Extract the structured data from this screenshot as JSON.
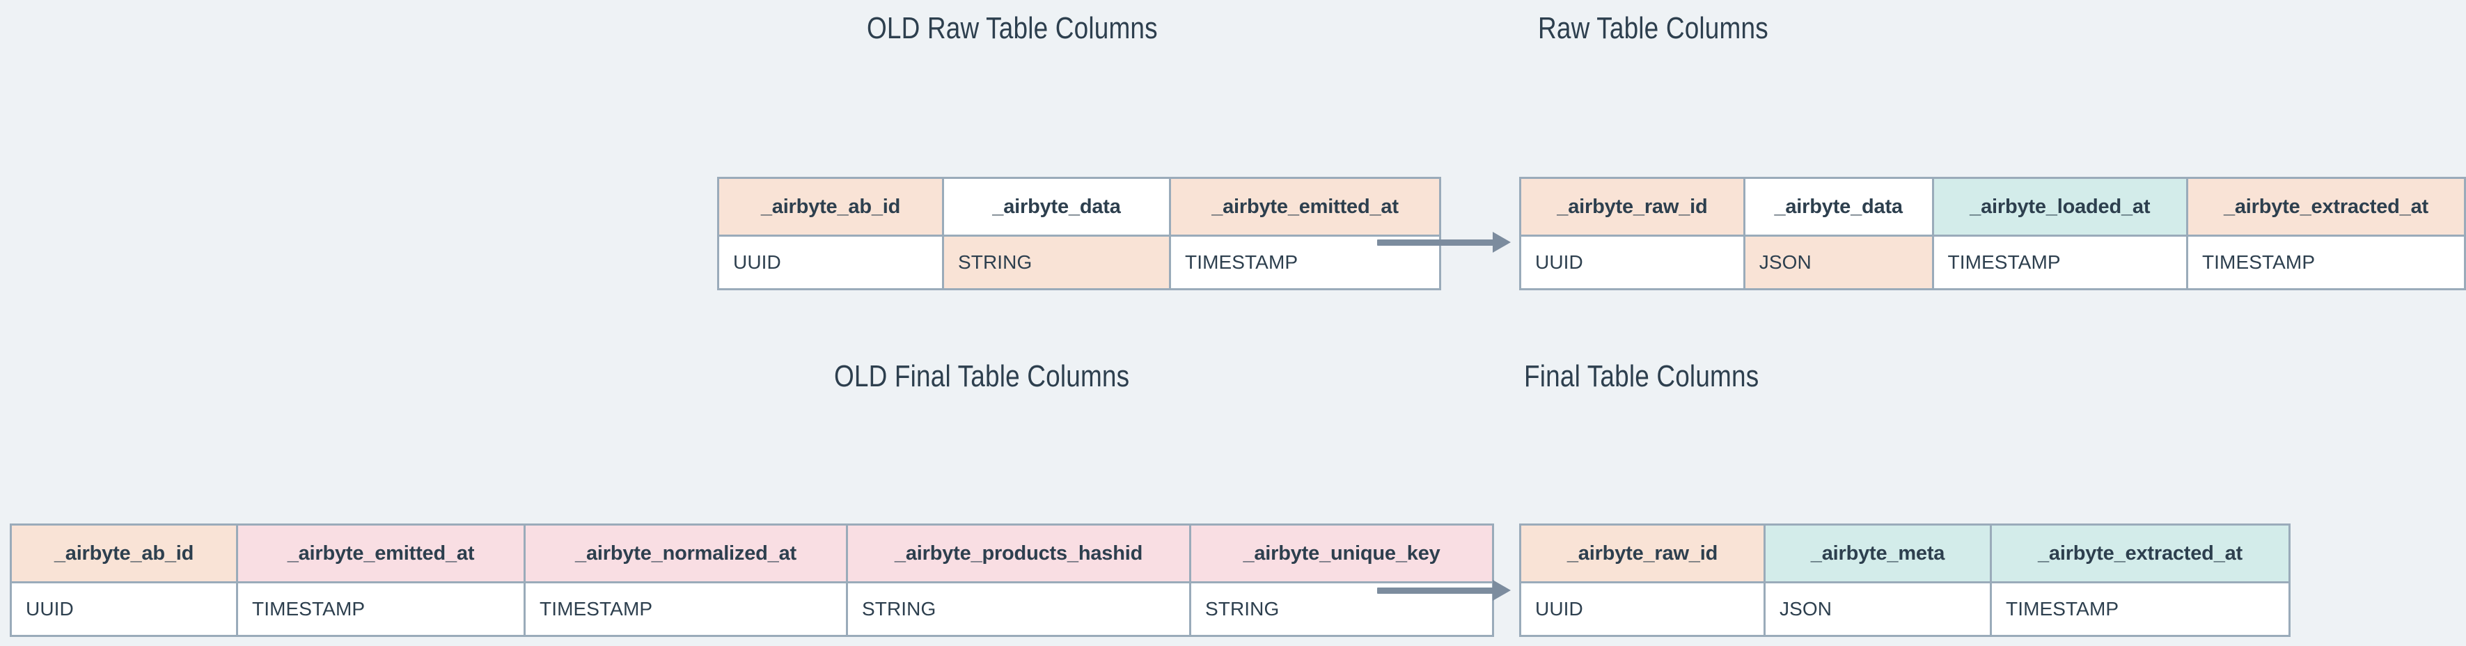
{
  "page": {
    "background_color": "#eef2f5",
    "text_color": "#2d3f4e"
  },
  "palette": {
    "peach": "#f9e3d6",
    "pink": "#f9dee3",
    "teal": "#d3ecea",
    "white": "#ffffff",
    "border": "#9aabba",
    "arrow": "#7c8c9e"
  },
  "sections": {
    "old_raw": {
      "title": "OLD Raw Table Columns",
      "table": {
        "headers": [
          {
            "label": "_airbyte_ab_id",
            "color": "peach"
          },
          {
            "label": "_airbyte_data",
            "color": "white"
          },
          {
            "label": "_airbyte_emitted_at",
            "color": "peach"
          }
        ],
        "types": [
          {
            "label": "UUID",
            "color": "white"
          },
          {
            "label": "STRING",
            "color": "peach"
          },
          {
            "label": "TIMESTAMP",
            "color": "white"
          }
        ]
      }
    },
    "new_raw": {
      "title": "Raw Table Columns",
      "table": {
        "headers": [
          {
            "label": "_airbyte_raw_id",
            "color": "peach"
          },
          {
            "label": "_airbyte_data",
            "color": "white"
          },
          {
            "label": "_airbyte_loaded_at",
            "color": "teal"
          },
          {
            "label": "_airbyte_extracted_at",
            "color": "peach"
          }
        ],
        "types": [
          {
            "label": "UUID",
            "color": "white"
          },
          {
            "label": "JSON",
            "color": "peach"
          },
          {
            "label": "TIMESTAMP",
            "color": "white"
          },
          {
            "label": "TIMESTAMP",
            "color": "white"
          }
        ]
      }
    },
    "old_final": {
      "title": "OLD Final Table Columns",
      "table": {
        "headers": [
          {
            "label": "_airbyte_ab_id",
            "color": "peach"
          },
          {
            "label": "_airbyte_emitted_at",
            "color": "pink"
          },
          {
            "label": "_airbyte_normalized_at",
            "color": "pink"
          },
          {
            "label": "_airbyte_products_hashid",
            "color": "pink"
          },
          {
            "label": "_airbyte_unique_key",
            "color": "pink"
          }
        ],
        "types": [
          {
            "label": "UUID",
            "color": "white"
          },
          {
            "label": "TIMESTAMP",
            "color": "white"
          },
          {
            "label": "TIMESTAMP",
            "color": "white"
          },
          {
            "label": "STRING",
            "color": "white"
          },
          {
            "label": "STRING",
            "color": "white"
          }
        ]
      }
    },
    "new_final": {
      "title": "Final Table Columns",
      "table": {
        "headers": [
          {
            "label": "_airbyte_raw_id",
            "color": "peach"
          },
          {
            "label": "_airbyte_meta",
            "color": "teal"
          },
          {
            "label": "_airbyte_extracted_at",
            "color": "teal"
          }
        ],
        "types": [
          {
            "label": "UUID",
            "color": "white"
          },
          {
            "label": "JSON",
            "color": "white"
          },
          {
            "label": "TIMESTAMP",
            "color": "white"
          }
        ]
      }
    }
  },
  "arrows": [
    {
      "name": "raw-migration-arrow"
    },
    {
      "name": "final-migration-arrow"
    }
  ]
}
